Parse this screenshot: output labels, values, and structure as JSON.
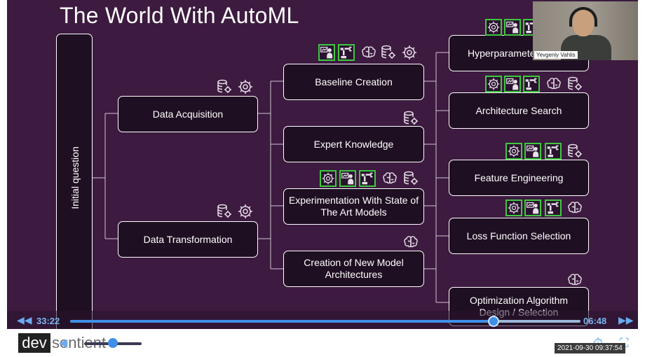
{
  "slide": {
    "title": "The World With AutoML",
    "initial_question": "Initial question",
    "acquisition": "Data Acquisition",
    "transformation": "Data Transformation",
    "baseline": "Baseline Creation",
    "expert": "Expert Knowledge",
    "experimentation": "Experimentation With State of The Art Models",
    "new_arch": "Creation of New Model Architectures",
    "hyperparam": "Hyperparameter",
    "arch_search": "Architecture Search",
    "feature_eng": "Feature Engineering",
    "loss_fn": "Loss Function Selection",
    "optim": "Optimization Algorithm Design / Selection"
  },
  "icons": {
    "database": "database-gear-icon",
    "gear": "gear-icon",
    "brain": "brain-icon",
    "chart": "chart-person-icon",
    "robot": "robot-arm-icon",
    "accent_green": "#3ec93e"
  },
  "webcam": {
    "name": "Yevgeniy Vahlis"
  },
  "player": {
    "elapsed": "33:22",
    "remaining": "06:48",
    "progress_fraction": 0.83,
    "accent": "#3f8fe8"
  },
  "footer": {
    "logo_prefix": "dev",
    "logo_suffix": "sentient",
    "timestamp": "2021-09-30 09:37:54"
  }
}
